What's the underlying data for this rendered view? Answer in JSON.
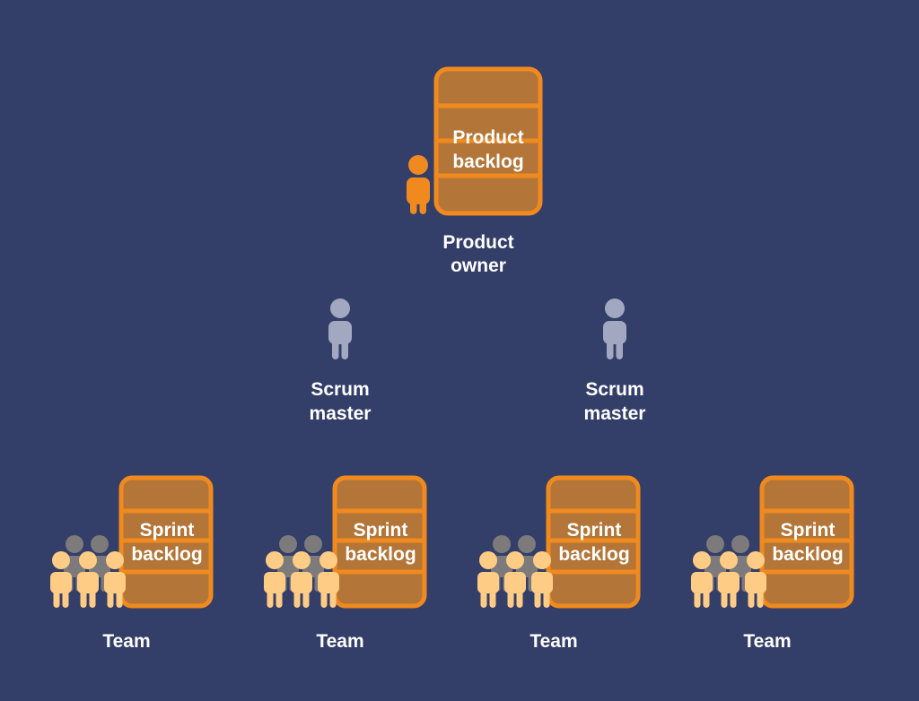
{
  "product": {
    "backlog_line1": "Product",
    "backlog_line2": "backlog",
    "owner_line1": "Product",
    "owner_line2": "owner"
  },
  "scrum_masters": [
    {
      "line1": "Scrum",
      "line2": "master"
    },
    {
      "line1": "Scrum",
      "line2": "master"
    }
  ],
  "teams": [
    {
      "backlog_line1": "Sprint",
      "backlog_line2": "backlog",
      "label": "Team"
    },
    {
      "backlog_line1": "Sprint",
      "backlog_line2": "backlog",
      "label": "Team"
    },
    {
      "backlog_line1": "Sprint",
      "backlog_line2": "backlog",
      "label": "Team"
    },
    {
      "backlog_line1": "Sprint",
      "backlog_line2": "backlog",
      "label": "Team"
    }
  ],
  "colors": {
    "background": "#333e69",
    "backlog_fill": "#b37638",
    "backlog_border": "#f08a1e",
    "product_owner": "#f08a1e",
    "scrum_master": "#a3a8c1",
    "team_front": "#ffcc85",
    "team_back": "#7d7a7c",
    "text": "#ffffff"
  },
  "icons": {
    "backlog": "database-stack-icon",
    "product_owner": "person-icon",
    "scrum_master": "person-icon",
    "team": "people-group-icon"
  }
}
